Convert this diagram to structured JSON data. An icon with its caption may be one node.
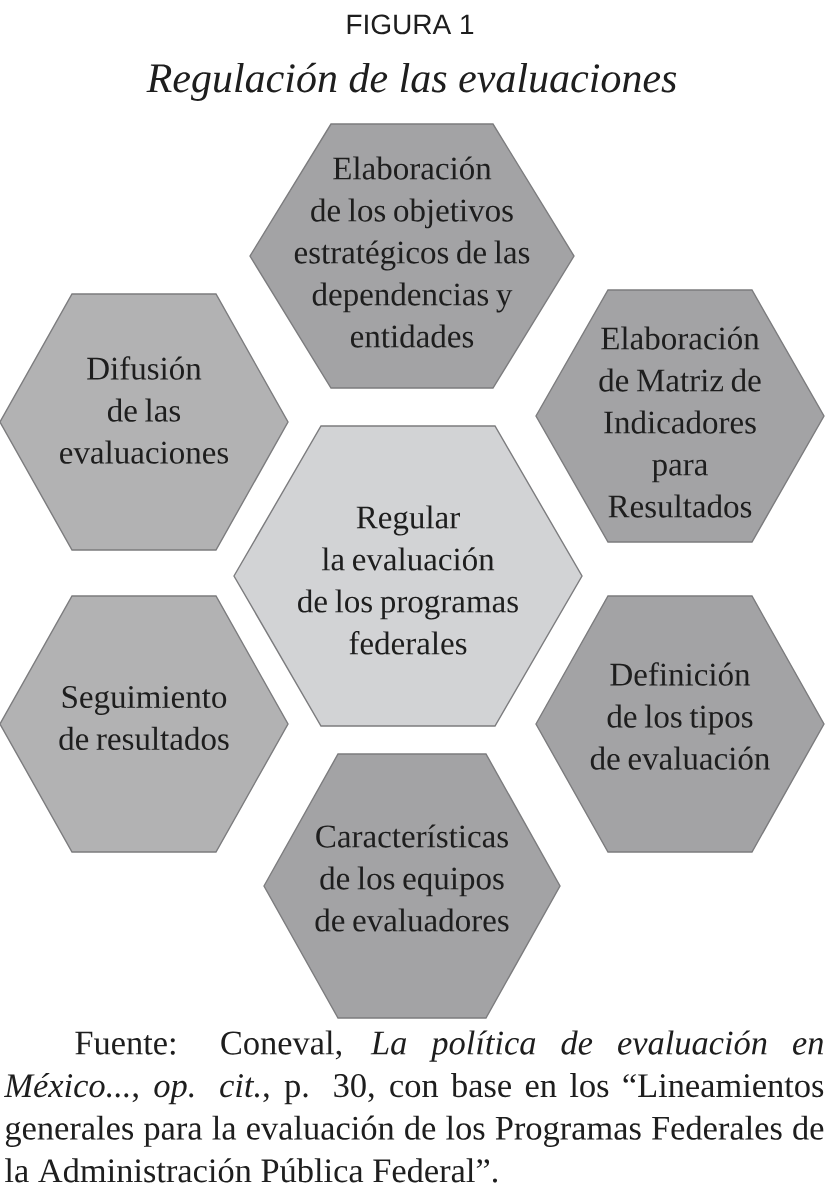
{
  "diagram": {
    "title": "Regulación de las evaluaciones",
    "nodes": [
      {
        "text": [
          "Elaboración de los objetivos estratégicos de las dependencias y entidades"
        ]
      },
      {
        "text": [
          "Difusión de las evaluaciones"
        ]
      },
      {
        "text": [
          "Elaboración de Matriz de Indicadores para Resultados"
        ]
      },
      {
        "text": [
          "Regular la evaluación de los programas federales"
        ]
      },
      {
        "text": [
          "Seguimiento de resultados"
        ]
      },
      {
        "text": [
          "Definición de los tipos de evaluación"
        ]
      },
      {
        "text": [
          "Características de los equipos de evaluadores"
        ]
      }
    ],
    "labels": [
      "FIGURA 1"
    ],
    "caption": "Fuente: Coneval, *La política de evaluación en México...*, *op. cit.*, p. 30, con base en los “Lineamientos generales para la evaluación de los Programas Federales de la Administración Pública Federal”."
  }
}
